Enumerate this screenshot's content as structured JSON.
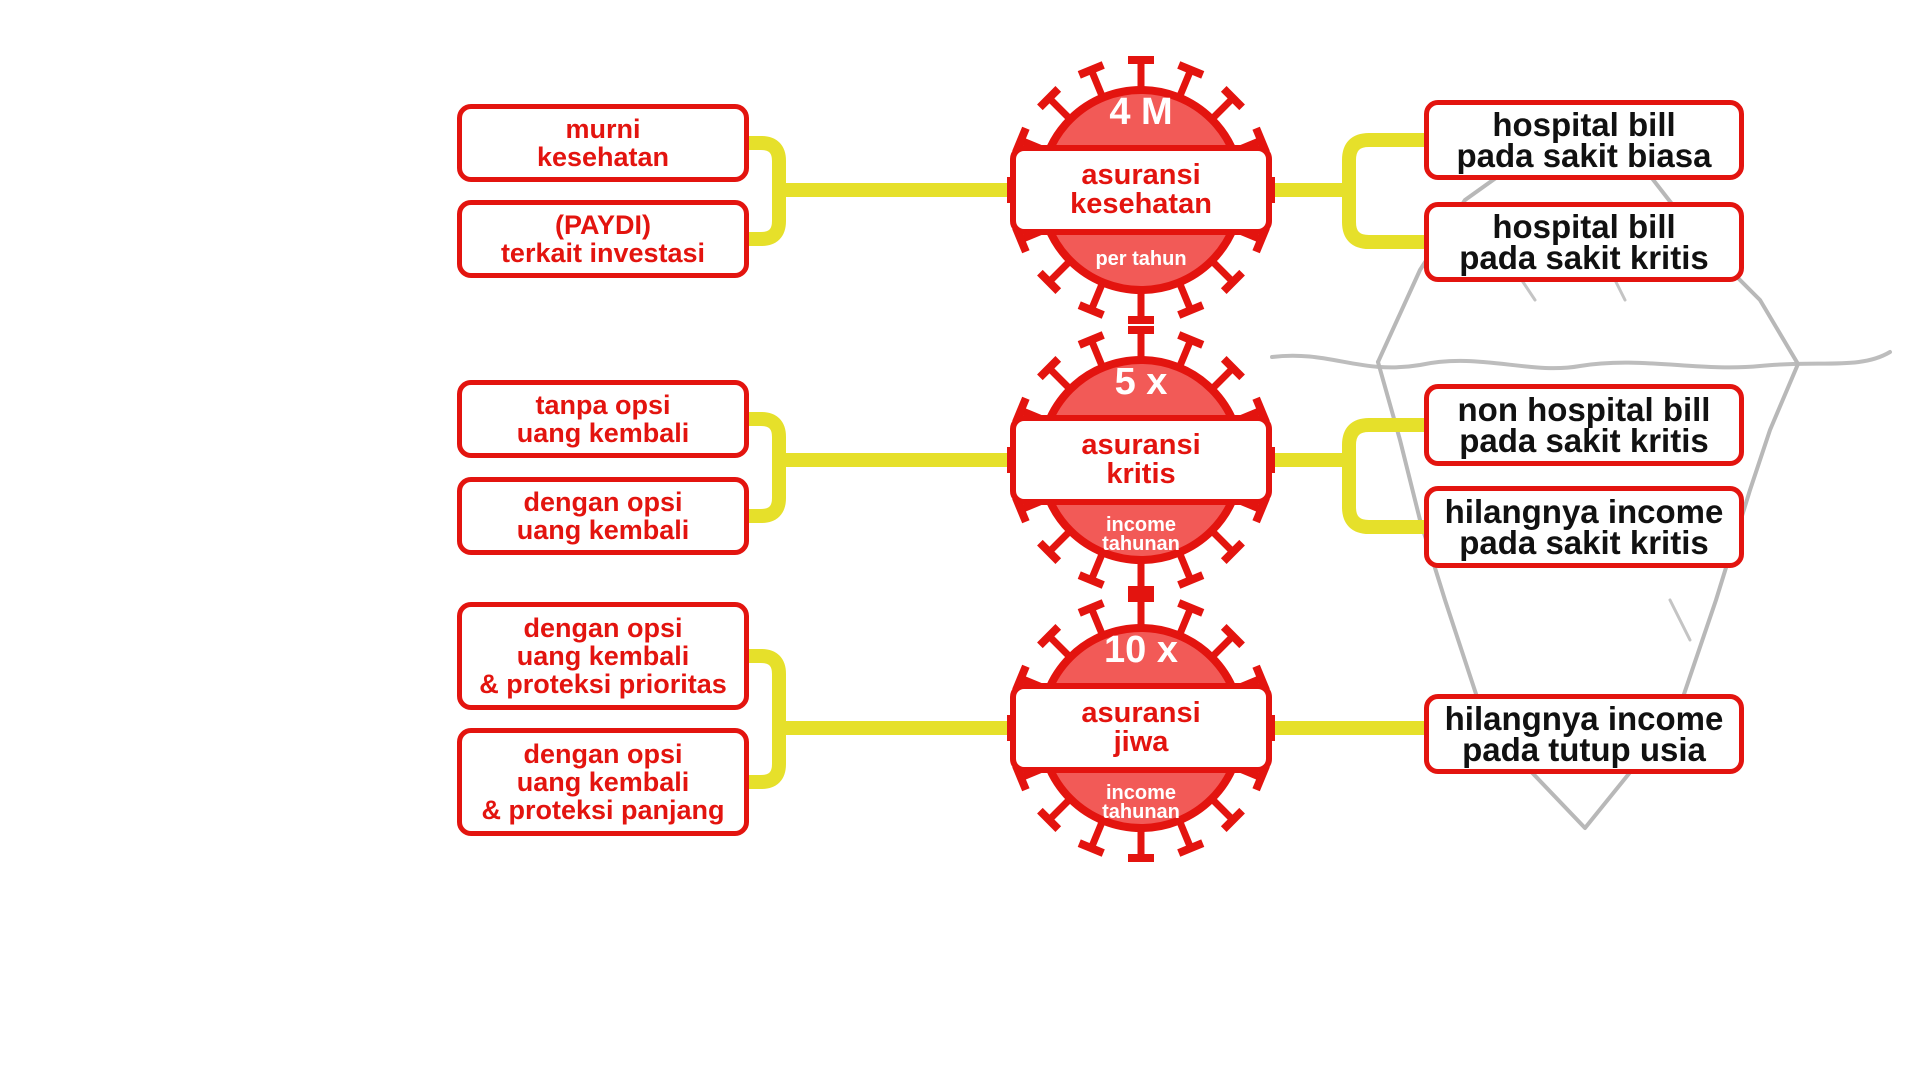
{
  "sections": [
    {
      "badge_top": "4 M",
      "center_label": "asuransi\nkesehatan",
      "badge_bottom": "per tahun",
      "left_options": [
        "murni\nkesehatan",
        "(PAYDI)\nterkait investasi"
      ],
      "right_items": [
        "hospital bill\npada sakit biasa",
        "hospital bill\npada sakit kritis"
      ]
    },
    {
      "badge_top": "5 x",
      "center_label": "asuransi\nkritis",
      "badge_bottom": "income\ntahunan",
      "left_options": [
        "tanpa opsi\nuang kembali",
        "dengan opsi\nuang kembali"
      ],
      "right_items": [
        "non hospital bill\npada sakit kritis",
        "hilangnya income\npada sakit kritis"
      ]
    },
    {
      "badge_top": "10 x",
      "center_label": "asuransi\njiwa",
      "badge_bottom": "income\ntahunan",
      "left_options": [
        "dengan opsi\nuang kembali\n& proteksi prioritas",
        "dengan opsi\nuang kembali\n& proteksi panjang"
      ],
      "right_items": [
        "hilangnya income\npada tutup usia"
      ]
    }
  ],
  "colors": {
    "accent_red": "#e3140f",
    "virus_fill": "#f25a57",
    "connector_yellow": "#e6e02a",
    "iceberg_gray": "#b3b3b3"
  },
  "icons": [
    "virus-icon",
    "iceberg-illustration"
  ]
}
